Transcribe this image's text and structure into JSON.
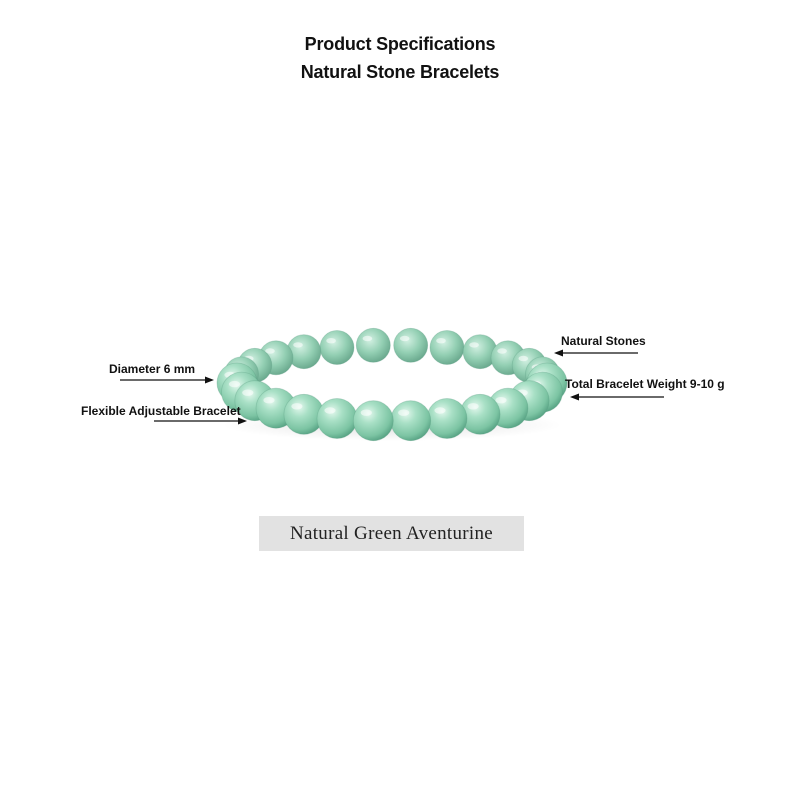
{
  "header": {
    "title_line1": "Product Specifications",
    "title_line2": "Natural Stone Bracelets"
  },
  "annotations": {
    "diameter": "Diameter 6 mm",
    "flexible": "Flexible Adjustable Bracelet",
    "natural_stones": "Natural Stones",
    "weight": "Total Bracelet Weight 9-10 g"
  },
  "product": {
    "name_tag": "Natural Green Aventurine",
    "bead_color": "#8fd3b4",
    "bead_highlight": "#d8f4e6",
    "bead_shadow": "#4f9e80"
  }
}
